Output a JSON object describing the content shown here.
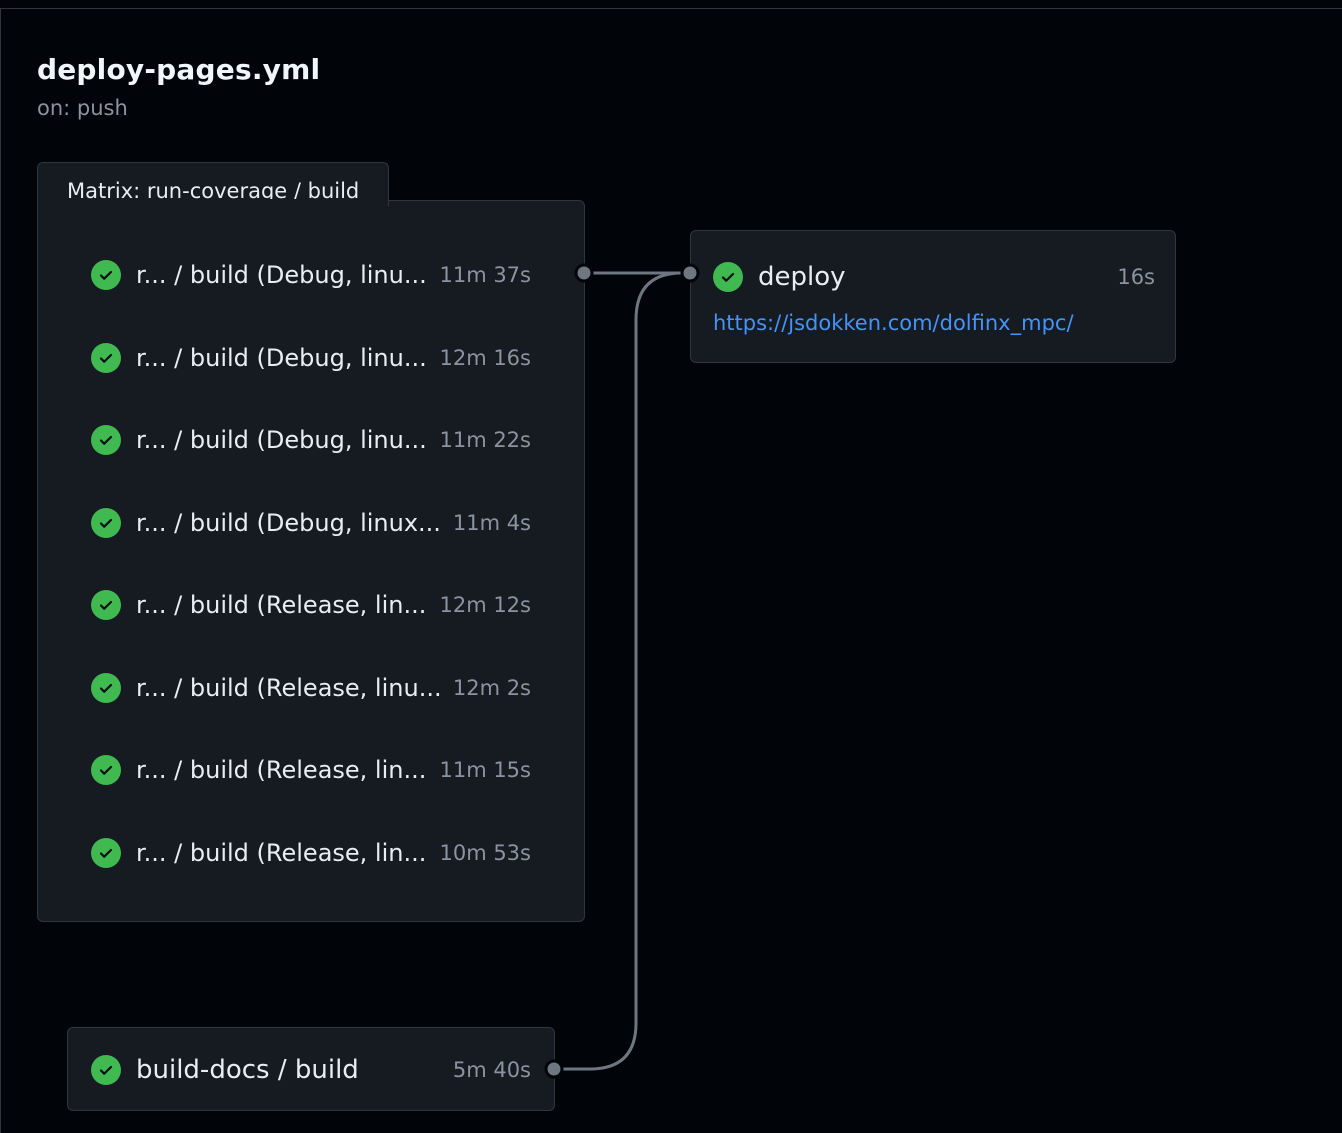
{
  "workflow": {
    "file_name": "deploy-pages.yml",
    "trigger": "on: push"
  },
  "matrix": {
    "label": "Matrix: run-coverage / build",
    "jobs": [
      {
        "name": "r... / build (Debug, linu...",
        "duration": "11m 37s",
        "status": "success"
      },
      {
        "name": "r... / build (Debug, linu...",
        "duration": "12m 16s",
        "status": "success"
      },
      {
        "name": "r... / build (Debug, linu...",
        "duration": "11m 22s",
        "status": "success"
      },
      {
        "name": "r... / build (Debug, linux...",
        "duration": "11m 4s",
        "status": "success"
      },
      {
        "name": "r... / build (Release, lin...",
        "duration": "12m 12s",
        "status": "success"
      },
      {
        "name": "r... / build (Release, linu...",
        "duration": "12m 2s",
        "status": "success"
      },
      {
        "name": "r... / build (Release, lin...",
        "duration": "11m 15s",
        "status": "success"
      },
      {
        "name": "r... / build (Release, lin...",
        "duration": "10m 53s",
        "status": "success"
      }
    ]
  },
  "deploy": {
    "name": "deploy",
    "duration": "16s",
    "status": "success",
    "url": "https://jsdokken.com/dolfinx_mpc/"
  },
  "build_docs": {
    "name": "build-docs / build",
    "duration": "5m 40s",
    "status": "success"
  },
  "colors": {
    "success": "#3fb950",
    "link": "#4493f8",
    "connector": "#6e7681"
  }
}
